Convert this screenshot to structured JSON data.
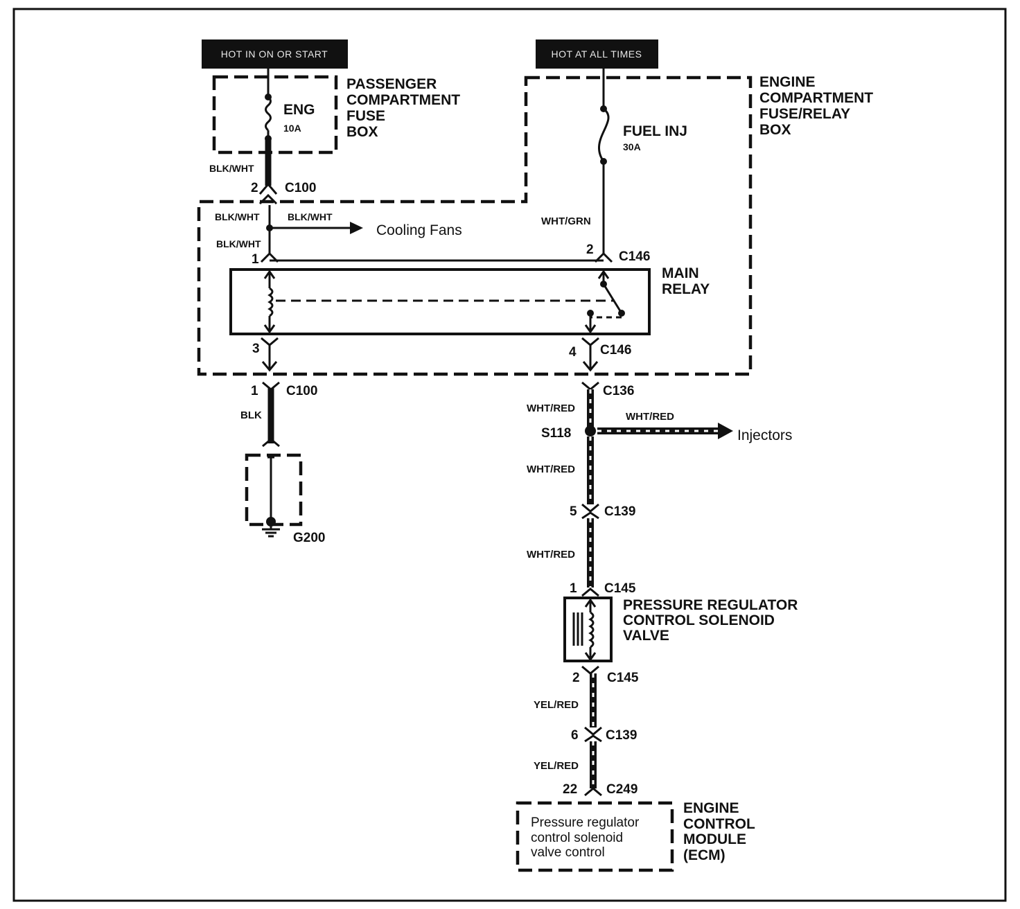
{
  "power_labels": {
    "ign": "HOT IN ON OR START",
    "batt": "HOT AT ALL TIMES"
  },
  "passenger_box": {
    "name": [
      "PASSENGER",
      "COMPARTMENT",
      "FUSE",
      "BOX"
    ],
    "fuse_name": "ENG",
    "fuse_rating": "10A"
  },
  "engine_box": {
    "name": [
      "ENGINE",
      "COMPARTMENT",
      "FUSE/RELAY",
      "BOX"
    ],
    "fuse_name": "FUEL INJ",
    "fuse_rating": "30A"
  },
  "main_relay": {
    "name": [
      "MAIN",
      "RELAY"
    ]
  },
  "pressure_valve": {
    "name": [
      "PRESSURE REGULATOR",
      "CONTROL SOLENOID",
      "VALVE"
    ]
  },
  "ecm": {
    "name": [
      "ENGINE",
      "CONTROL",
      "MODULE",
      "(ECM)"
    ],
    "function": [
      "Pressure regulator",
      "control solenoid",
      "valve control"
    ]
  },
  "destinations": {
    "cooling_fans": "Cooling Fans",
    "injectors": "Injectors"
  },
  "splice": "S118",
  "ground": "G200",
  "wire_colors": {
    "blk_wht": "BLK/WHT",
    "wht_grn": "WHT/GRN",
    "blk": "BLK",
    "wht_red": "WHT/RED",
    "yel_red": "YEL/RED"
  },
  "connectors": {
    "c100_top": {
      "pin": "2",
      "id": "C100"
    },
    "relay_in_left": {
      "pin": "1"
    },
    "relay_in_right": {
      "pin": "2",
      "id": "C146"
    },
    "relay_out_left": {
      "pin": "3"
    },
    "relay_out_right": {
      "pin": "4",
      "id": "C146"
    },
    "c100_bottom": {
      "pin": "1",
      "id": "C100"
    },
    "c136": {
      "id": "C136"
    },
    "c139_a": {
      "pin": "5",
      "id": "C139"
    },
    "c145_a": {
      "pin": "1",
      "id": "C145"
    },
    "c145_b": {
      "pin": "2",
      "id": "C145"
    },
    "c139_b": {
      "pin": "6",
      "id": "C139"
    },
    "c249": {
      "pin": "22",
      "id": "C249"
    }
  }
}
